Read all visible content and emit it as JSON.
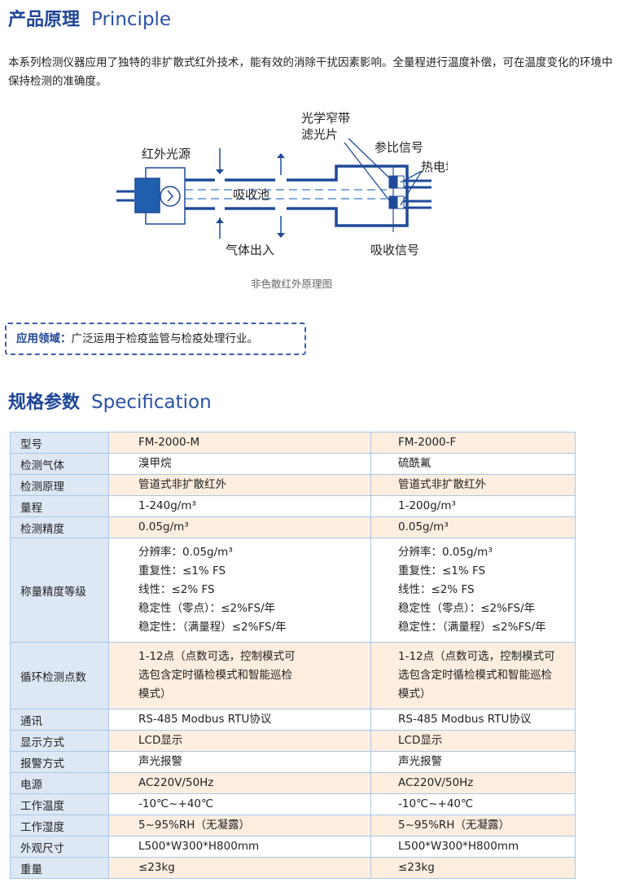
{
  "principle": {
    "title_cn": "产品原理",
    "title_en": "Principle",
    "intro": "本系列检测仪器应用了独特的非扩散式红外技术，能有效的消除干扰因素影响。全量程进行温度补偿，可在温度变化的环境中保持检测的准确度。",
    "diagram": {
      "source": "红外光源",
      "filter_line1": "光学窄带",
      "filter_line2": "滤光片",
      "reference": "参比信号",
      "thermopile": "热电堆",
      "cell": "吸收池",
      "gas": "气体出入",
      "absorb": "吸收信号",
      "caption": "非色散红外原理图"
    }
  },
  "application": {
    "label": "应用领域：",
    "text": "广泛运用于检疫监管与检疫处理行业。"
  },
  "spec": {
    "title_cn": "规格参数",
    "title_en": "Specification",
    "rows": [
      {
        "label": "型号",
        "a": [
          "FM-2000-M"
        ],
        "b": [
          "FM-2000-F"
        ]
      },
      {
        "label": "检测气体",
        "a": [
          "溴甲烷"
        ],
        "b": [
          "硫酰氟"
        ]
      },
      {
        "label": "检测原理",
        "a": [
          "管道式非扩散红外"
        ],
        "b": [
          "管道式非扩散红外"
        ]
      },
      {
        "label": "量程",
        "a": [
          "1-240g/m³"
        ],
        "b": [
          "1-200g/m³"
        ]
      },
      {
        "label": "检测精度",
        "a": [
          "0.05g/m³"
        ],
        "b": [
          "0.05g/m³"
        ]
      },
      {
        "label": "称量精度等级",
        "a": [
          "分辨率：0.05g/m³",
          "重复性：≤1% FS",
          "线性：≤2% FS",
          "稳定性（零点）：≤2%FS/年",
          "稳定性：（满量程）≤2%FS/年"
        ],
        "b": [
          "分辨率：0.05g/m³",
          "重复性：≤1% FS",
          "线性：≤2% FS",
          "稳定性（零点）：≤2%FS/年",
          "稳定性：（满量程）≤2%FS/年"
        ]
      },
      {
        "label": "循环检测点数",
        "a": [
          "1-12点（点数可选，控制模式可",
          "选包含定时循检模式和智能巡检",
          "模式）"
        ],
        "b": [
          "1-12点（点数可选，控制模式可",
          "选包含定时循检模式和智能巡检",
          "模式）"
        ]
      },
      {
        "label": "通讯",
        "a": [
          "RS-485 Modbus RTU协议"
        ],
        "b": [
          "RS-485 Modbus RTU协议"
        ]
      },
      {
        "label": "显示方式",
        "a": [
          "LCD显示"
        ],
        "b": [
          "LCD显示"
        ]
      },
      {
        "label": "报警方式",
        "a": [
          "声光报警"
        ],
        "b": [
          "声光报警"
        ]
      },
      {
        "label": "电源",
        "a": [
          "AC220V/50Hz"
        ],
        "b": [
          "AC220V/50Hz"
        ]
      },
      {
        "label": "工作温度",
        "a": [
          "-10℃~+40℃"
        ],
        "b": [
          "-10℃~+40℃"
        ]
      },
      {
        "label": "工作湿度",
        "a": [
          "5~95%RH（无凝露）"
        ],
        "b": [
          "5~95%RH（无凝露）"
        ]
      },
      {
        "label": "外观尺寸",
        "a": [
          "L500*W300*H800mm"
        ],
        "b": [
          "L500*W300*H800mm"
        ]
      },
      {
        "label": "重量",
        "a": [
          "≤23kg"
        ],
        "b": [
          "≤23kg"
        ]
      }
    ]
  }
}
